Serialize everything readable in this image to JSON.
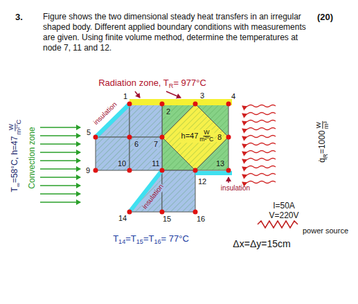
{
  "diagram": {
    "labels": [
      "3.",
      "Figure shows the two dimensional steady heat transfers in an irregular shaped body. Different applied boundary conditions with measurements are given. Using finite volume method, determine the temperatures at node 7, 11 and 12.",
      "(20)",
      "Radiation zone, T",
      "R",
      "= 977°C",
      "insulation",
      "1",
      "2",
      "3",
      "4",
      "5",
      "6",
      "7",
      "8",
      "9",
      "10",
      "11",
      "12",
      "13",
      "14",
      "15",
      "16",
      "h=47",
      "W",
      "m²°C",
      "insulation",
      "insulation",
      "T",
      "∞",
      "=58°C, h=47",
      "W",
      "m²°C",
      "Convection zone",
      "q̇",
      "R",
      "=1000",
      "W",
      "m³",
      "I=50A",
      "V=220V",
      "power source",
      "T",
      "14",
      "=T",
      "15",
      "=T",
      "16",
      "= 77°C",
      "Δx=Δy=15cm"
    ]
  }
}
